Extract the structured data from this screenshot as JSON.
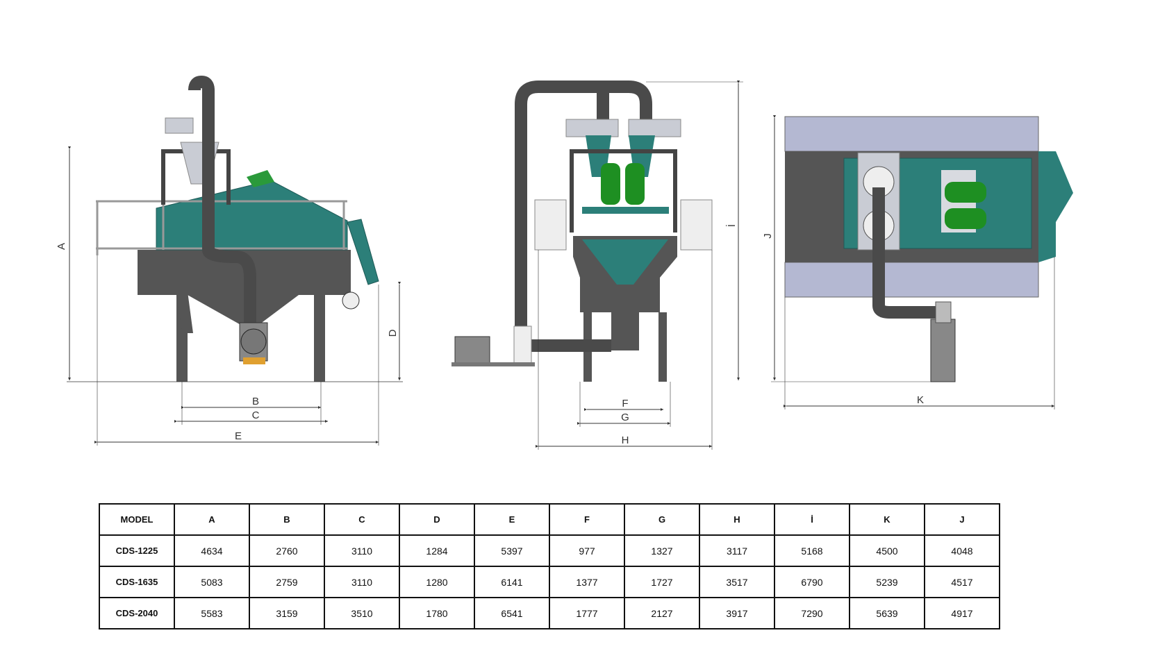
{
  "dimension_labels": {
    "a": "A",
    "b": "B",
    "c": "C",
    "d": "D",
    "e": "E",
    "f": "F",
    "g": "G",
    "h": "H",
    "i": "İ",
    "j": "J",
    "k": "K"
  },
  "table": {
    "headers": [
      "MODEL",
      "A",
      "B",
      "C",
      "D",
      "E",
      "F",
      "G",
      "H",
      "İ",
      "K",
      "J"
    ],
    "rows": [
      [
        "CDS-1225",
        "4634",
        "2760",
        "3110",
        "1284",
        "5397",
        "977",
        "1327",
        "3117",
        "5168",
        "4500",
        "4048"
      ],
      [
        "CDS-1635",
        "5083",
        "2759",
        "3110",
        "1280",
        "6141",
        "1377",
        "1727",
        "3517",
        "6790",
        "5239",
        "4517"
      ],
      [
        "CDS-2040",
        "5583",
        "3159",
        "3510",
        "1780",
        "6541",
        "1777",
        "2127",
        "3917",
        "7290",
        "5639",
        "4917"
      ]
    ]
  },
  "colors": {
    "body_dark": "#555555",
    "teal": "#2c7f79",
    "green_motor": "#1e8f22",
    "pipe": "#4a4a4a",
    "frame": "#9aa0b8",
    "cyclone_grey": "#c9ccd4"
  }
}
